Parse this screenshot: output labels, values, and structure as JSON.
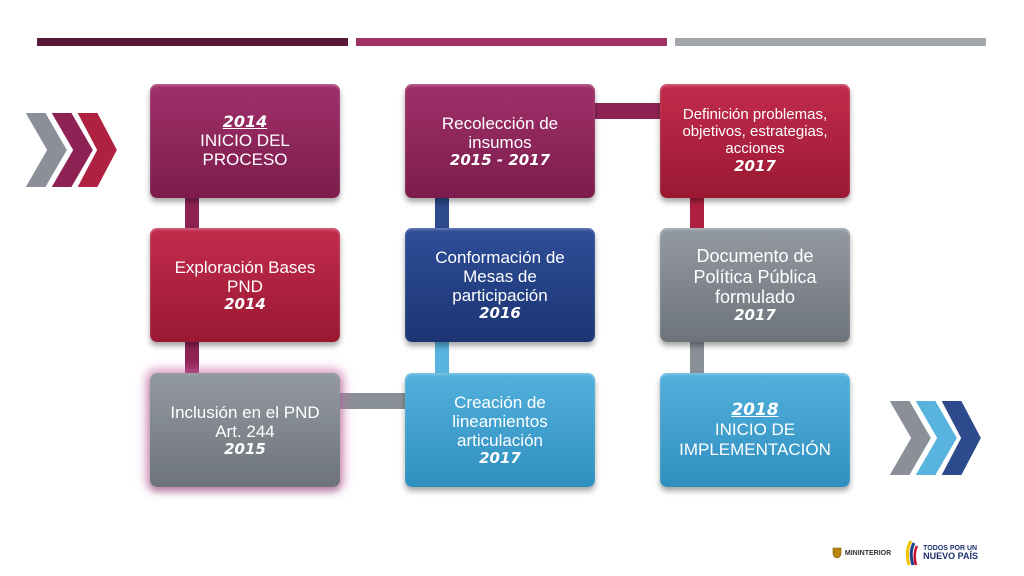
{
  "colors": {
    "bar1": "#5a1838",
    "bar2": "#a03264",
    "bar3": "#a3a7ad",
    "magenta": "#8f2255",
    "red": "#b02040",
    "gray": "#80868e",
    "lightblue": "#3e9fcc",
    "navy": "#233f86",
    "connector_magenta": "#8f2255",
    "connector_navy": "#2c4a8c",
    "connector_light": "#58b4de",
    "connector_gray": "#8a9097"
  },
  "boxes": [
    {
      "id": "b1",
      "text": "INICIO DEL PROCESO",
      "year": "2014",
      "year_first": true
    },
    {
      "id": "b2",
      "text": "Exploración Bases PND",
      "year": "2014"
    },
    {
      "id": "b3",
      "text": "Inclusión en el PND Art. 244",
      "year": "2015"
    },
    {
      "id": "b4",
      "text": "Creación de lineamientos articulación",
      "year": "2017"
    },
    {
      "id": "b5",
      "text": "Conformación de Mesas de participación",
      "year": "2016"
    },
    {
      "id": "b6",
      "text": "Recolección de insumos",
      "year": "2015 - 2017"
    },
    {
      "id": "b7",
      "text": "Definición problemas, objetivos, estrategias, acciones",
      "year": "2017"
    },
    {
      "id": "b8",
      "text": "Documento de Política Pública formulado",
      "year": "2017"
    },
    {
      "id": "b9",
      "text": "INICIO DE IMPLEMENTACIÓN",
      "year": "2018",
      "year_first": true
    }
  ],
  "footer": {
    "ministry": "MININTERIOR",
    "todos_line1": "TODOS POR UN",
    "todos_line2": "NUEVO PAÍS"
  },
  "icons": [
    "chevron-right-icon",
    "colombia-shield-icon",
    "colombia-flag-icon"
  ]
}
